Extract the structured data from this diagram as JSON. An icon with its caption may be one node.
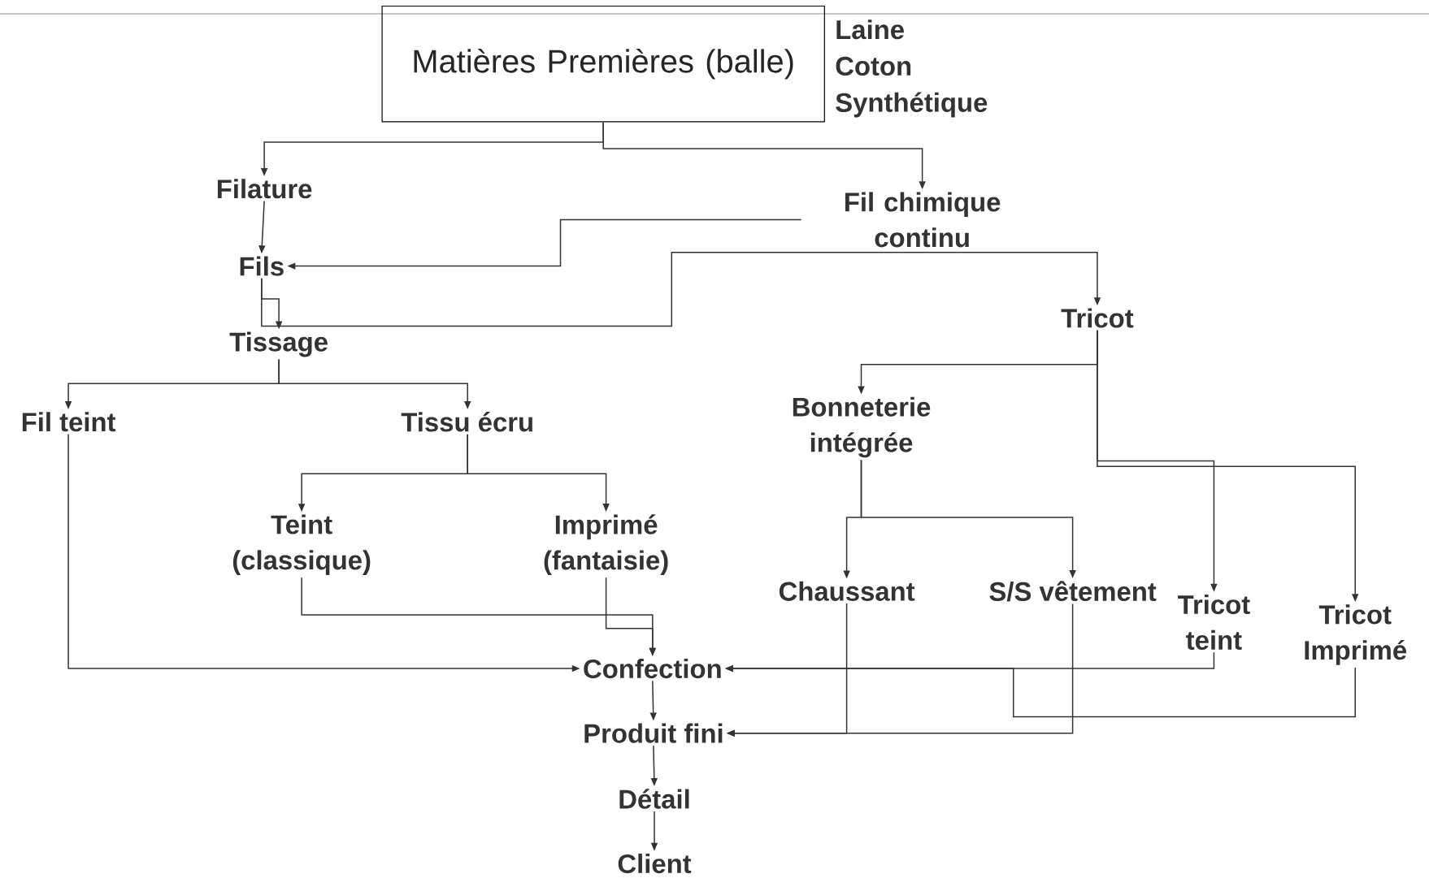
{
  "diagram": {
    "nodes": [
      {
        "text": [
          "Matières Premières (balle)"
        ],
        "beside": [
          "Laine",
          "Coton",
          "Synthétique"
        ]
      },
      {
        "text": [
          "Filature"
        ]
      },
      {
        "text": [
          "Fil chimique continu"
        ]
      },
      {
        "text": [
          "Fils"
        ]
      },
      {
        "text": [
          "Tricot"
        ]
      },
      {
        "text": [
          "Tissage"
        ]
      },
      {
        "text": [
          "Fil teint"
        ]
      },
      {
        "text": [
          "Tissu écru"
        ]
      },
      {
        "text": [
          "Bonneterie intégrée"
        ]
      },
      {
        "text": [
          "Teint (classique)"
        ]
      },
      {
        "text": [
          "Imprimé (fantaisie)"
        ]
      },
      {
        "text": [
          "Chaussant"
        ]
      },
      {
        "text": [
          "S/S vêtement"
        ]
      },
      {
        "text": [
          "Tricot teint"
        ]
      },
      {
        "text": [
          "Tricot Imprimé"
        ]
      },
      {
        "text": [
          "Confection"
        ]
      },
      {
        "text": [
          "Produit fini"
        ]
      },
      {
        "text": [
          "Détail"
        ]
      },
      {
        "text": [
          "Client"
        ]
      }
    ],
    "edges": [
      {
        "from": 0,
        "to": 1,
        "arrow": "to"
      },
      {
        "from": 0,
        "to": 2,
        "arrow": "to"
      },
      {
        "from": 1,
        "to": 3,
        "arrow": "to"
      },
      {
        "from": 2,
        "to": 3,
        "arrow": "to"
      },
      {
        "from": 3,
        "to": 5,
        "arrow": "to"
      },
      {
        "from": 3,
        "to": 4,
        "arrow": "to"
      },
      {
        "from": 5,
        "to": 6,
        "arrow": "to"
      },
      {
        "from": 5,
        "to": 7,
        "arrow": "to"
      },
      {
        "from": 7,
        "to": 9,
        "arrow": "to"
      },
      {
        "from": 7,
        "to": 10,
        "arrow": "to"
      },
      {
        "from": 4,
        "to": 8,
        "arrow": "to"
      },
      {
        "from": 4,
        "to": 13,
        "arrow": "to"
      },
      {
        "from": 4,
        "to": 14,
        "arrow": "to"
      },
      {
        "from": 8,
        "to": 11,
        "arrow": "to"
      },
      {
        "from": 8,
        "to": 12,
        "arrow": "to"
      },
      {
        "from": 9,
        "to": 15,
        "arrow": "to"
      },
      {
        "from": 10,
        "to": 15,
        "arrow": "to"
      },
      {
        "from": 6,
        "to": 15,
        "arrow": "to"
      },
      {
        "from": 13,
        "to": 15,
        "arrow": "to"
      },
      {
        "from": 14,
        "to": 15,
        "arrow": "to"
      },
      {
        "from": 11,
        "to": 16,
        "arrow": "to"
      },
      {
        "from": 12,
        "to": 16,
        "arrow": "to"
      },
      {
        "from": 15,
        "to": 16,
        "arrow": "to"
      },
      {
        "from": 16,
        "to": 17,
        "arrow": "to"
      },
      {
        "from": 17,
        "to": 18,
        "arrow": "to"
      }
    ]
  }
}
